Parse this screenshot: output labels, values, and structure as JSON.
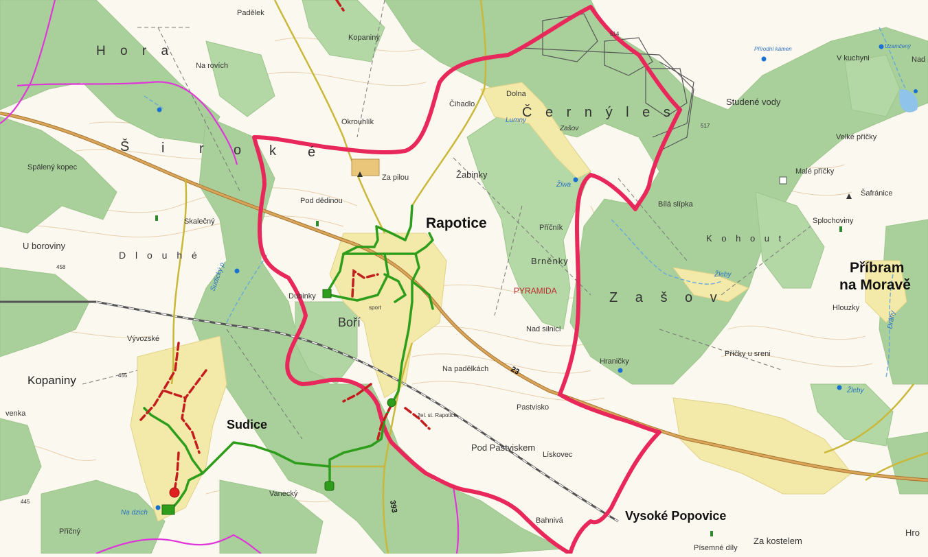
{
  "colors": {
    "forest": "#a8d09a",
    "forest_dark": "#8cc07e",
    "field": "#fbf8ef",
    "village": "#f4eaa6",
    "boundary": "#e8285a",
    "route": "#2e9d1c",
    "route_planned": "#c41d1d",
    "road_main": "#c08a3a",
    "road_minor": "#d4c44a",
    "district": "#e033d6",
    "contour": "#e2c9a6"
  },
  "labels": {
    "rapotice": "Rapotice",
    "sudice": "Sudice",
    "pribram_line1": "Příbram",
    "pribram_line2": "na Moravě",
    "vysoke_popovice": "Vysoké Popovice",
    "kopaniny_w": "Kopaniny",
    "hora": "H o r a",
    "siroke_s": "Š",
    "siroke_i": "i",
    "siroke_r": "r",
    "siroke_o": "o",
    "siroke_k": "k",
    "siroke_e": "é",
    "cerny_les": "Č e r n ý   l e s",
    "zasov": "Z a š o v",
    "bori": "Boří",
    "kohout": "K o h o u t",
    "dlouhe": "D l o u h é",
    "u_boroviny": "U boroviny",
    "spaleny_kopec": "Spálený kopec",
    "skalecny": "Skalečný",
    "pod_dedinou": "Pod dědinou",
    "za_pilou": "Za pilou",
    "zabinky": "Žabinky",
    "oklouhlik": "Okrouhlík",
    "cihadlo": "Čihadlo",
    "dolna": "Dolna",
    "studene_vody": "Studené vody",
    "v_kuchyni": "V kuchyni",
    "nad": "Nad",
    "velke_pricky": "Velké příčky",
    "male_pricky": "Malé příčky",
    "safranice": "Šafránice",
    "splochoviny": "Splochoviny",
    "bila_slipka": "Bílá slípka",
    "pricnik": "Příčník",
    "brnenky": "Brněnky",
    "pyramida": "PYRAMIDA",
    "nad_silnici": "Nad silnicí",
    "na_padelkach": "Na padělkách",
    "pastvisko": "Pastvisko",
    "pod_pastviskem": "Pod Pastviskem",
    "liskovec": "Lískovec",
    "hranicky": "Hraničky",
    "pricky_u_sreni": "Příčky u sreni",
    "hlouzky": "Hlouzky",
    "bahniva": "Bahnivá",
    "za_kostelem": "Za kostelem",
    "vanecky": "Vanecký",
    "vyvozske": "Vývozské",
    "dubinky": "Dubinky",
    "na_rovich": "Na rovích",
    "padelek": "Padělek",
    "kopaniny_n": "Kopaniny",
    "pricny": "Příčný",
    "venka": "venka",
    "hro": "Hro",
    "pisemne_dily": "Písemné díly",
    "zasov_small": "Zašov",
    "lumny": "Lumny",
    "ziwa": "Žiwa",
    "zleby": "Žleby",
    "zl_sr": "Žleby",
    "na_dzich": "Na dzich",
    "zel_st_rapotice": "žel. st. Rapotice",
    "sport": "sport",
    "sudicky_p": "Sudický p.",
    "drahy": "Dráhy",
    "road_23": "23",
    "road_393": "393",
    "elev_458": "458",
    "elev_455": "455",
    "elev_445": "445",
    "elev_517": "517",
    "elev_514": "514",
    "prirodni_kamen": "Přírodní kámen",
    "uzamceny": "Uzamčený"
  }
}
